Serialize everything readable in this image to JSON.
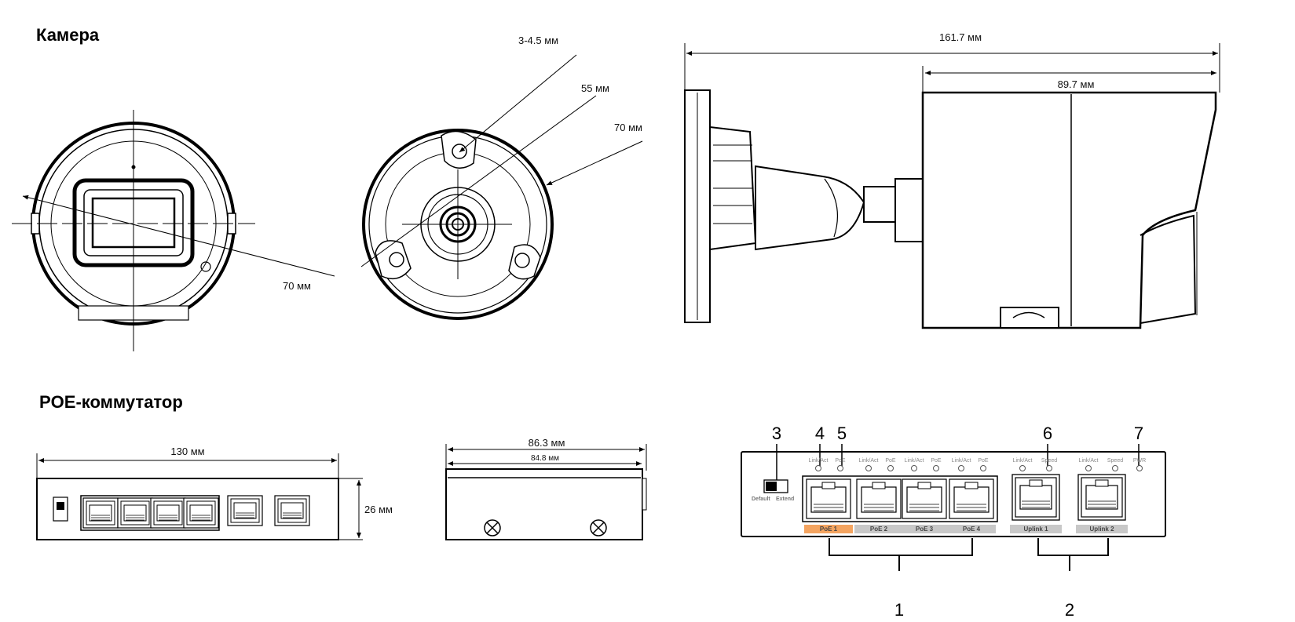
{
  "camera": {
    "title": "Камера",
    "front": {
      "diameter": "70 мм"
    },
    "mount": {
      "screw": "3-4.5 мм",
      "inner": "55 мм",
      "outer": "70 мм"
    },
    "side": {
      "total_length": "161.7 мм",
      "body_length": "89.7 мм"
    }
  },
  "switch": {
    "title": "POE-коммутатор",
    "front": {
      "width": "130 мм",
      "height": "26 мм"
    },
    "side": {
      "depth_outer": "86.3 мм",
      "depth_inner": "84.8 мм"
    },
    "panel": {
      "callouts": [
        "1",
        "2",
        "3",
        "4",
        "5",
        "6",
        "7"
      ],
      "switch_labels": [
        "Default",
        "Extend"
      ],
      "poe_ports": [
        {
          "label": "PoE 1",
          "leds": [
            "Link/Act",
            "PoE"
          ]
        },
        {
          "label": "PoE 2",
          "leds": [
            "Link/Act",
            "PoE"
          ]
        },
        {
          "label": "PoE 3",
          "leds": [
            "Link/Act",
            "PoE"
          ]
        },
        {
          "label": "PoE 4",
          "leds": [
            "Link/Act",
            "PoE"
          ]
        }
      ],
      "uplink_ports": [
        {
          "label": "Uplink 1",
          "leds": [
            "Link/Act",
            "Speed"
          ]
        },
        {
          "label": "Uplink 2",
          "leds": [
            "Link/Act",
            "Speed"
          ]
        }
      ],
      "pwr_label": "PWR",
      "colors": {
        "active_port": "#f4a460",
        "port_label": "#c8c8c8"
      }
    }
  }
}
